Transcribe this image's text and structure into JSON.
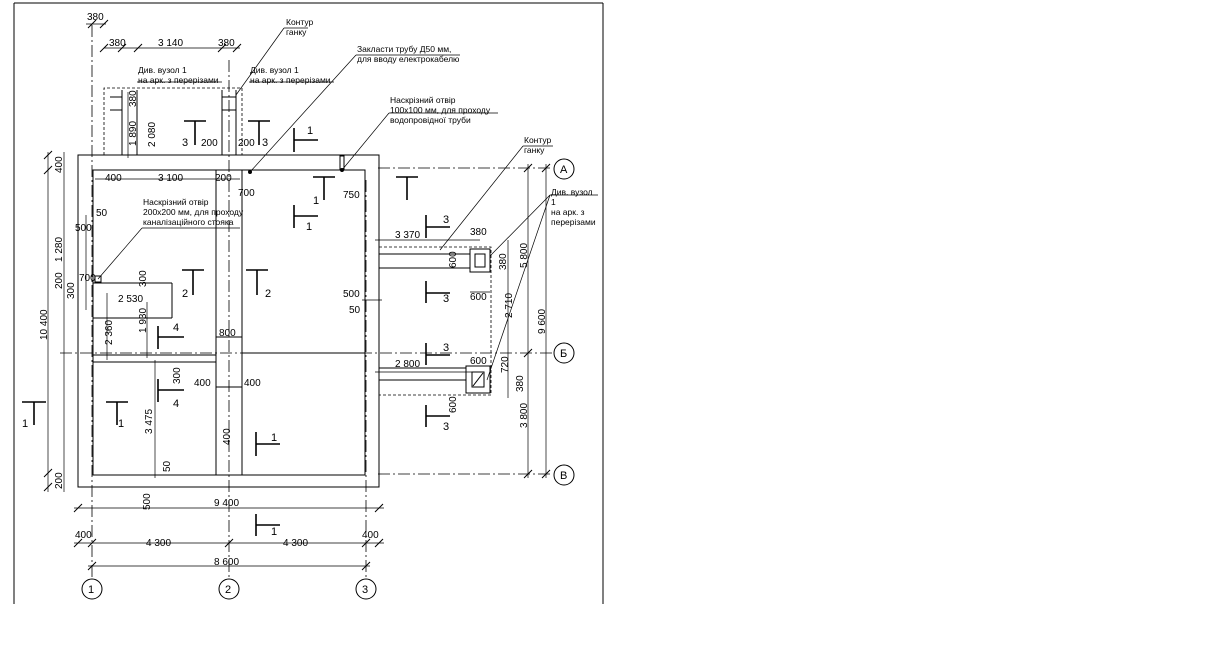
{
  "notes": {
    "kontur_top": [
      "Контур",
      "ганку"
    ],
    "kontur_right": [
      "Контур",
      "ганку"
    ],
    "vuzol_left": [
      "Див. вузол 1",
      "на арк. з перерізами"
    ],
    "vuzol_right": [
      "Див. вузол 1",
      "на арк. з перерізами"
    ],
    "vuzol_east": [
      "Див. вузол",
      "1",
      "на арк. з",
      "перерізами"
    ],
    "pipe_d50": [
      "Закласти трубу Д50 мм,",
      "для вводу електрокабелю"
    ],
    "hole_100": [
      "Наскрізний отвір",
      "100х100 мм, для проходу",
      "водопровідної труби"
    ],
    "hole_200": [
      "Наскрізний отвір",
      "200х200 мм, для проходу",
      "каналізаційного стояка"
    ]
  },
  "dims": {
    "d380_top": "380",
    "d380_a": "380",
    "d3140": "3 140",
    "d380_b": "380",
    "d380_c": "380",
    "d1890": "1 890",
    "d2080": "2 080",
    "d200_a": "200",
    "d200_b": "200",
    "d400_v1": "400",
    "d400_h1": "400",
    "d3100": "3 100",
    "d200_c": "200",
    "d700_a": "700",
    "d750": "750",
    "d50_a": "50",
    "d500_a": "500",
    "d1280": "1 280",
    "d700_b": "700",
    "d200_d": "200",
    "d300_a": "300",
    "d300_b": "300",
    "d2530": "2 530",
    "d2360": "2 360",
    "d1930": "1 930",
    "d800": "800",
    "d10400": "10 400",
    "d400_b": "400",
    "d400_c": "400",
    "d300_c": "300",
    "d3475": "3 475",
    "d400_d": "400",
    "d50_b": "50",
    "d200_e": "200",
    "d500_b": "500",
    "d9400": "9 400",
    "d400_e": "400",
    "d4300_a": "4 300",
    "d4300_b": "4 300",
    "d400_f": "400",
    "d8600": "8 600",
    "d3370": "3 370",
    "d380_d": "380",
    "d600_a": "600",
    "d600_b": "600",
    "d380_e": "380",
    "d5800": "5 800",
    "d2710": "2 710",
    "d9600": "9 600",
    "d500_c": "500",
    "d50_c": "50",
    "d2800": "2 800",
    "d600_c": "600",
    "d720": "720",
    "d380_f": "380",
    "d600_d": "600",
    "d3800": "3 800"
  },
  "axes": {
    "a1": "1",
    "a2": "2",
    "a3": "3",
    "aA": "А",
    "aB": "Б",
    "aV": "В"
  },
  "sections": {
    "s3_a": "3",
    "s3_b": "3",
    "s1_a": "1",
    "s1_b": "1",
    "s1_c": "1",
    "s3_c": "3",
    "s2_a": "2",
    "s2_b": "2",
    "s3_d": "3",
    "s4_a": "4",
    "s3_e": "3",
    "s4_b": "4",
    "s1_d": "1",
    "s1_e": "1",
    "s1_f": "1",
    "s3_f": "3",
    "s1_g": "1"
  }
}
